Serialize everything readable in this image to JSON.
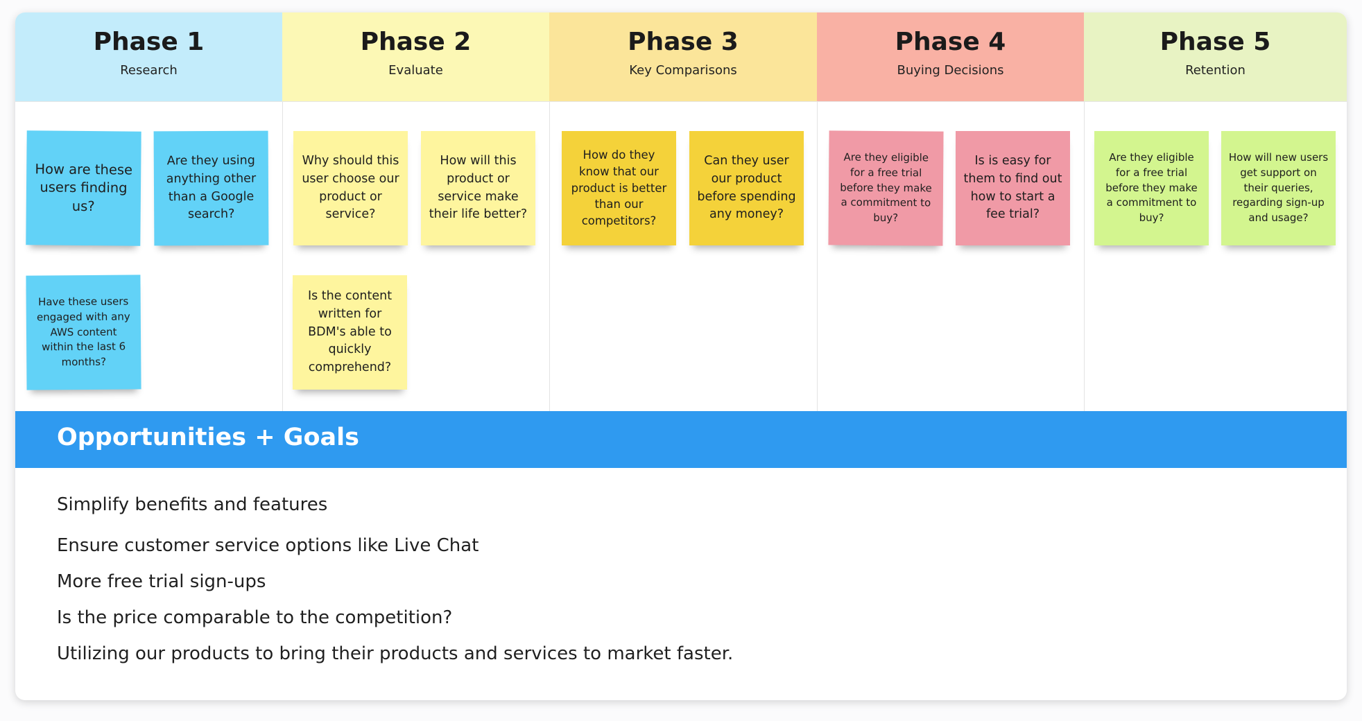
{
  "colors": {
    "phase1": "#c3ecfb",
    "phase2": "#fcf8b5",
    "phase3": "#fbe59a",
    "phase4": "#f9b1a4",
    "phase5": "#e8f3c3",
    "note_blue": "#62d2f7",
    "note_yellow_light": "#fef59e",
    "note_yellow": "#f4d23a",
    "note_pink": "#f09aa6",
    "note_green": "#d3f58f",
    "opportunities_bar": "#2f9af0"
  },
  "phases": [
    {
      "title": "Phase 1",
      "subtitle": "Research"
    },
    {
      "title": "Phase 2",
      "subtitle": "Evaluate"
    },
    {
      "title": "Phase 3",
      "subtitle": "Key Comparisons"
    },
    {
      "title": "Phase 4",
      "subtitle": "Buying Decisions"
    },
    {
      "title": "Phase 5",
      "subtitle": "Retention"
    }
  ],
  "notes": {
    "p1": [
      "How are these users finding us?",
      "Are they using anything other than a Google search?",
      "Have these users engaged with any AWS content within the last 6 months?"
    ],
    "p2": [
      "Why should this user choose our product or service?",
      "How will this product or service make their life better?",
      "Is the content written for BDM's able to quickly comprehend?"
    ],
    "p3": [
      "How do they know that our product is better than our competitors?",
      "Can they user our product before spending any money?"
    ],
    "p4": [
      "Are they eligible for a free trial before they make a commitment to buy?",
      "Is is easy for them to find out how to start a fee trial?"
    ],
    "p5": [
      "Are they eligible for a free trial before they make a commitment to buy?",
      "How will new users get support on their queries, regarding sign-up and usage?"
    ]
  },
  "opportunities": {
    "title": "Opportunities + Goals",
    "items": [
      "Simplify benefits and features",
      "Ensure customer service options like Live Chat",
      "More free trial sign-ups",
      "Is the price comparable to the competition?",
      "Utilizing our products to bring their products and services to market faster."
    ]
  }
}
